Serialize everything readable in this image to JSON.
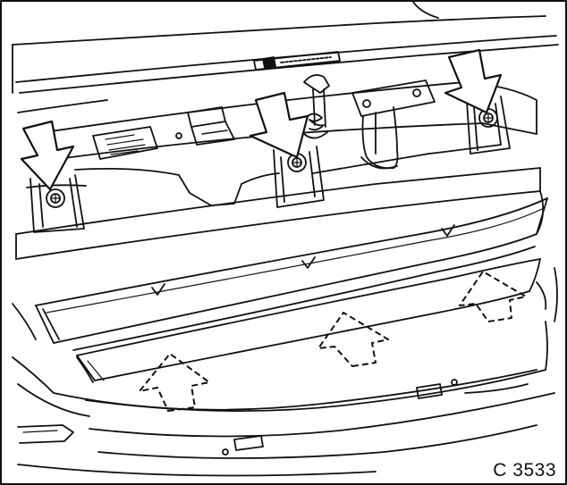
{
  "figure": {
    "code": "C 3533"
  },
  "colors": {
    "ink": "#111111",
    "paper": "#ffffff"
  },
  "icons": {
    "callout": "solid-down-arrow",
    "hidden_clip": "dashed-up-arrow",
    "fastener": "screw-icon"
  }
}
